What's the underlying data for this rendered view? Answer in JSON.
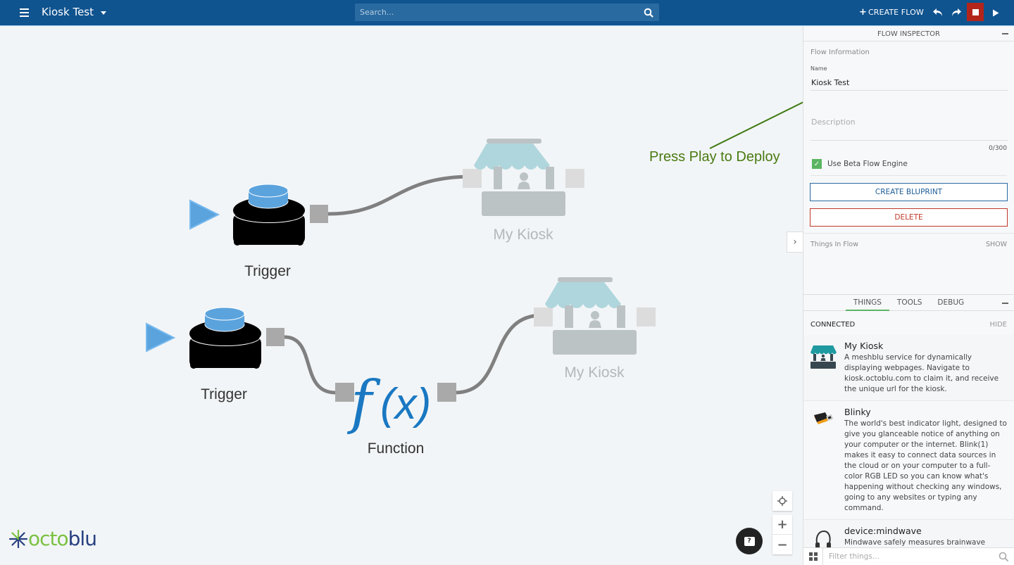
{
  "header": {
    "flow_title": "Kiosk Test",
    "search_placeholder": "Search...",
    "create_flow_label": "CREATE FLOW",
    "icons": [
      "menu-icon",
      "caret-down-icon",
      "search-icon",
      "plus-icon",
      "undo-icon",
      "redo-icon",
      "stop-icon",
      "play-icon"
    ],
    "stop_color": "#b3251b",
    "bar_color": "#0f538f"
  },
  "canvas": {
    "annotation": "Press Play to Deploy",
    "annotation_color": "#4a7a12",
    "nodes": [
      {
        "type": "trigger",
        "label": "Trigger"
      },
      {
        "type": "kiosk",
        "label": "My Kiosk"
      },
      {
        "type": "trigger",
        "label": "Trigger"
      },
      {
        "type": "function",
        "label": "Function",
        "glyph": "f(x)"
      },
      {
        "type": "kiosk",
        "label": "My Kiosk"
      }
    ],
    "logo": {
      "part1": "octo",
      "part2": "blu"
    },
    "help_label": "?",
    "zoom_in_label": "+",
    "zoom_out_label": "−",
    "expand_label": "›"
  },
  "inspector": {
    "title": "FLOW INSPECTOR",
    "section": "Flow Information",
    "name_label": "Name",
    "name_value": "Kiosk Test",
    "description_placeholder": "Description",
    "description_value": "",
    "char_counter": "0/300",
    "beta_engine_label": "Use Beta Flow Engine",
    "beta_engine_checked": true,
    "create_blueprint_label": "CREATE BLUPRINT",
    "delete_label": "DELETE",
    "things_in_flow_label": "Things In Flow",
    "show_label": "SHOW"
  },
  "things_panel": {
    "tabs": [
      {
        "label": "THINGS",
        "active": true
      },
      {
        "label": "TOOLS",
        "active": false
      },
      {
        "label": "DEBUG",
        "active": false
      }
    ],
    "connected_label": "CONNECTED",
    "hide_label": "HIDE",
    "items": [
      {
        "name": "My Kiosk",
        "icon": "kiosk-icon",
        "description": "A meshblu service for dynamically displaying webpages. Navigate to kiosk.octoblu.com to claim it, and receive the unique url for the kiosk."
      },
      {
        "name": "Blinky",
        "icon": "usb-light-icon",
        "description": "The world's best indicator light, designed to give you glanceable notice of anything on your computer or the internet. Blink(1) makes it easy to connect data sources in the cloud or on your computer to a full-color RGB LED so you can know what's happening without checking any windows, going to any websites or typing any command."
      },
      {
        "name": "device:mindwave",
        "icon": "headset-icon",
        "description": "Mindwave safely measures brainwave signals and monitors the attention levels of students as"
      }
    ],
    "filter_placeholder": "Filter things..."
  }
}
